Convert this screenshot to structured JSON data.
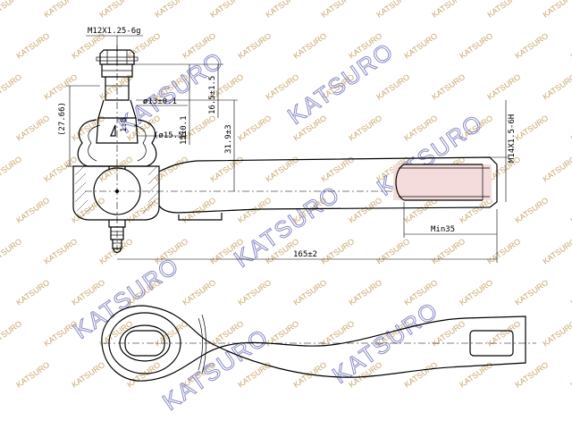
{
  "dimensions": {
    "thread_top": "M12X1.25-6g",
    "d13": "ø13±0.1",
    "d16_5": "16.5±1.5",
    "d15_5": "(ø15.5)",
    "d15": "15±0.1",
    "d31_9": "31.9±3",
    "d27_66": "(27.66)",
    "taper": "1:8",
    "thread_side": "M14X1.5-6H",
    "min35": "Min35",
    "length": "165±2"
  },
  "watermark": {
    "brand": "KATSURO",
    "small": "KATSURO"
  },
  "colors": {
    "line": "#000000",
    "watermark_small": "#c9a56a",
    "watermark_large": "#8a8ac8",
    "thread_fill": "#f5dcdc"
  }
}
